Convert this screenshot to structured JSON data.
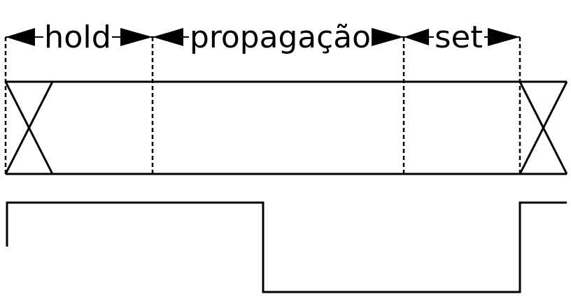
{
  "labels": {
    "hold": "hold",
    "propagation": "propagação",
    "set": "set"
  },
  "colors": {
    "line": "#000000",
    "background": "#ffffff"
  }
}
